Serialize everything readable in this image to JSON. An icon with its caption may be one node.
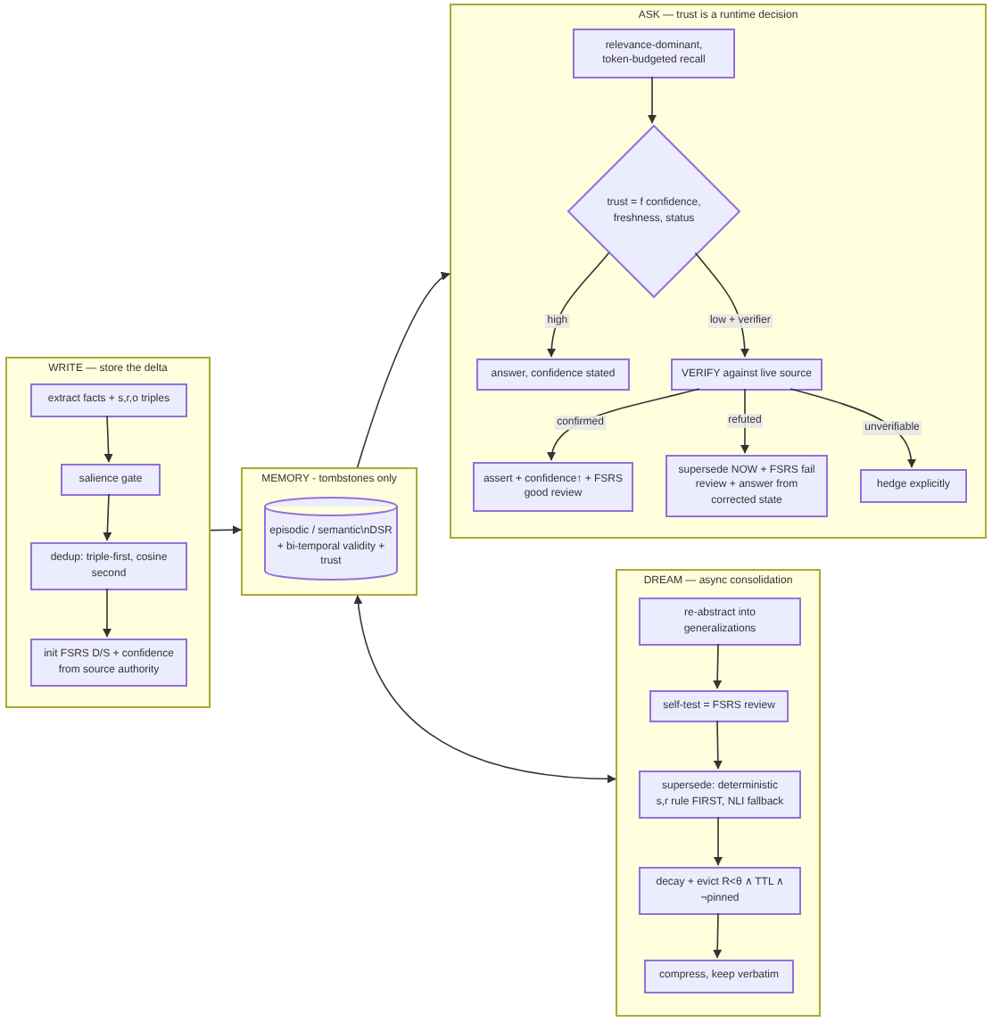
{
  "diagram": {
    "nodes": [
      {
        "text": [
          "WRITE — store the delta"
        ]
      },
      {
        "text": [
          "extract facts + s,r,o triples"
        ],
        "in": 0
      },
      {
        "text": [
          "salience gate"
        ],
        "in": 0
      },
      {
        "text": [
          "dedup: triple-first, cosine second"
        ],
        "in": 0
      },
      {
        "text": [
          "init FSRS D/S + confidence from source authority"
        ],
        "in": 0
      },
      {
        "text": [
          "MEMORY - tombstones only"
        ]
      },
      {
        "text": [
          "episodic / semantic\\nDSR + bi-temporal validity + trust"
        ],
        "in": 5
      },
      {
        "text": [
          "ASK — trust is a runtime decision"
        ]
      },
      {
        "text": [
          "relevance-dominant, token-budgeted recall"
        ],
        "in": 7
      },
      {
        "text": [
          "trust = f confidence, freshness, status"
        ],
        "in": 7
      },
      {
        "text": [
          "answer, confidence stated"
        ],
        "in": 7
      },
      {
        "text": [
          "VERIFY against live source"
        ],
        "in": 7
      },
      {
        "text": [
          "assert + confidence↑ + FSRS good review"
        ],
        "in": 7
      },
      {
        "text": [
          "supersede NOW + FSRS fail review + answer from corrected state"
        ],
        "in": 7
      },
      {
        "text": [
          "hedge explicitly"
        ],
        "in": 7
      },
      {
        "text": [
          "DREAM — async consolidation"
        ]
      },
      {
        "text": [
          "re-abstract into generalizations"
        ],
        "in": 15
      },
      {
        "text": [
          "self-test = FSRS review"
        ],
        "in": 15
      },
      {
        "text": [
          "supersede: deterministic s,r rule FIRST, NLI fallback"
        ],
        "in": 15
      },
      {
        "text": [
          "decay + evict R<θ ∧ TTL ∧ ¬pinned"
        ],
        "in": 15
      },
      {
        "text": [
          "compress, keep verbatim"
        ],
        "in": 15
      }
    ],
    "edges": [
      {
        "from": 1,
        "to": 2,
        "arrow": "to"
      },
      {
        "from": 2,
        "to": 3,
        "arrow": "to"
      },
      {
        "from": 3,
        "to": 4,
        "arrow": "to"
      },
      {
        "from": 0,
        "to": 5,
        "arrow": "to"
      },
      {
        "from": 5,
        "to": 7,
        "arrow": "to"
      },
      {
        "from": 5,
        "to": 15,
        "arrow": "both"
      },
      {
        "from": 8,
        "to": 9,
        "arrow": "to"
      },
      {
        "from": 9,
        "to": 10,
        "label": "high",
        "arrow": "to"
      },
      {
        "from": 9,
        "to": 11,
        "label": "low + verifier",
        "arrow": "to"
      },
      {
        "from": 11,
        "to": 12,
        "label": "confirmed",
        "arrow": "to"
      },
      {
        "from": 11,
        "to": 13,
        "label": "refuted",
        "arrow": "to"
      },
      {
        "from": 11,
        "to": 14,
        "label": "unverifiable",
        "arrow": "to"
      },
      {
        "from": 16,
        "to": 17,
        "arrow": "to"
      },
      {
        "from": 17,
        "to": 18,
        "arrow": "to"
      },
      {
        "from": 18,
        "to": 19,
        "arrow": "to"
      },
      {
        "from": 19,
        "to": 20,
        "arrow": "to"
      }
    ]
  }
}
